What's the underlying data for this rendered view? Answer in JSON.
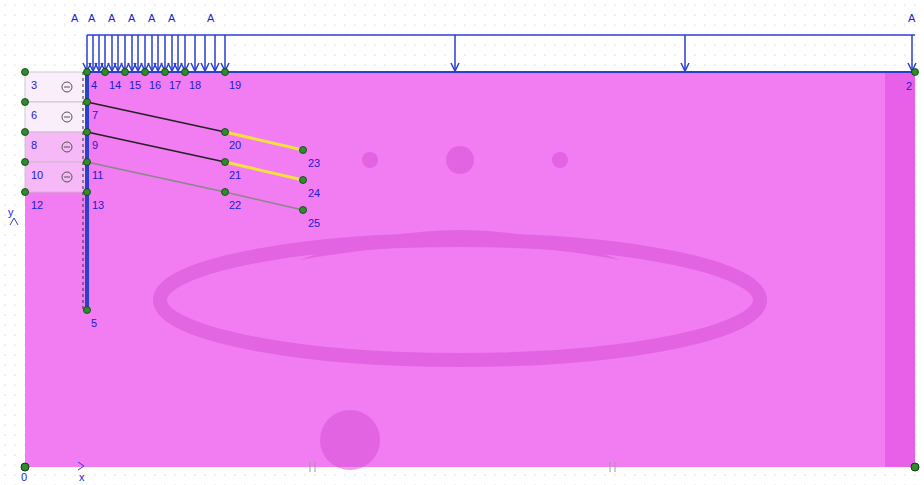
{
  "diagram": {
    "labels": [
      "A",
      "A",
      "A",
      "A",
      "A",
      "A",
      "A",
      "A",
      "3",
      "4",
      "14",
      "15",
      "16",
      "17",
      "18",
      "19",
      "2",
      "6",
      "7",
      "8",
      "9",
      "10",
      "11",
      "12",
      "13",
      "20",
      "21",
      "22",
      "23",
      "24",
      "25",
      "5",
      "y",
      "x",
      "0"
    ]
  }
}
